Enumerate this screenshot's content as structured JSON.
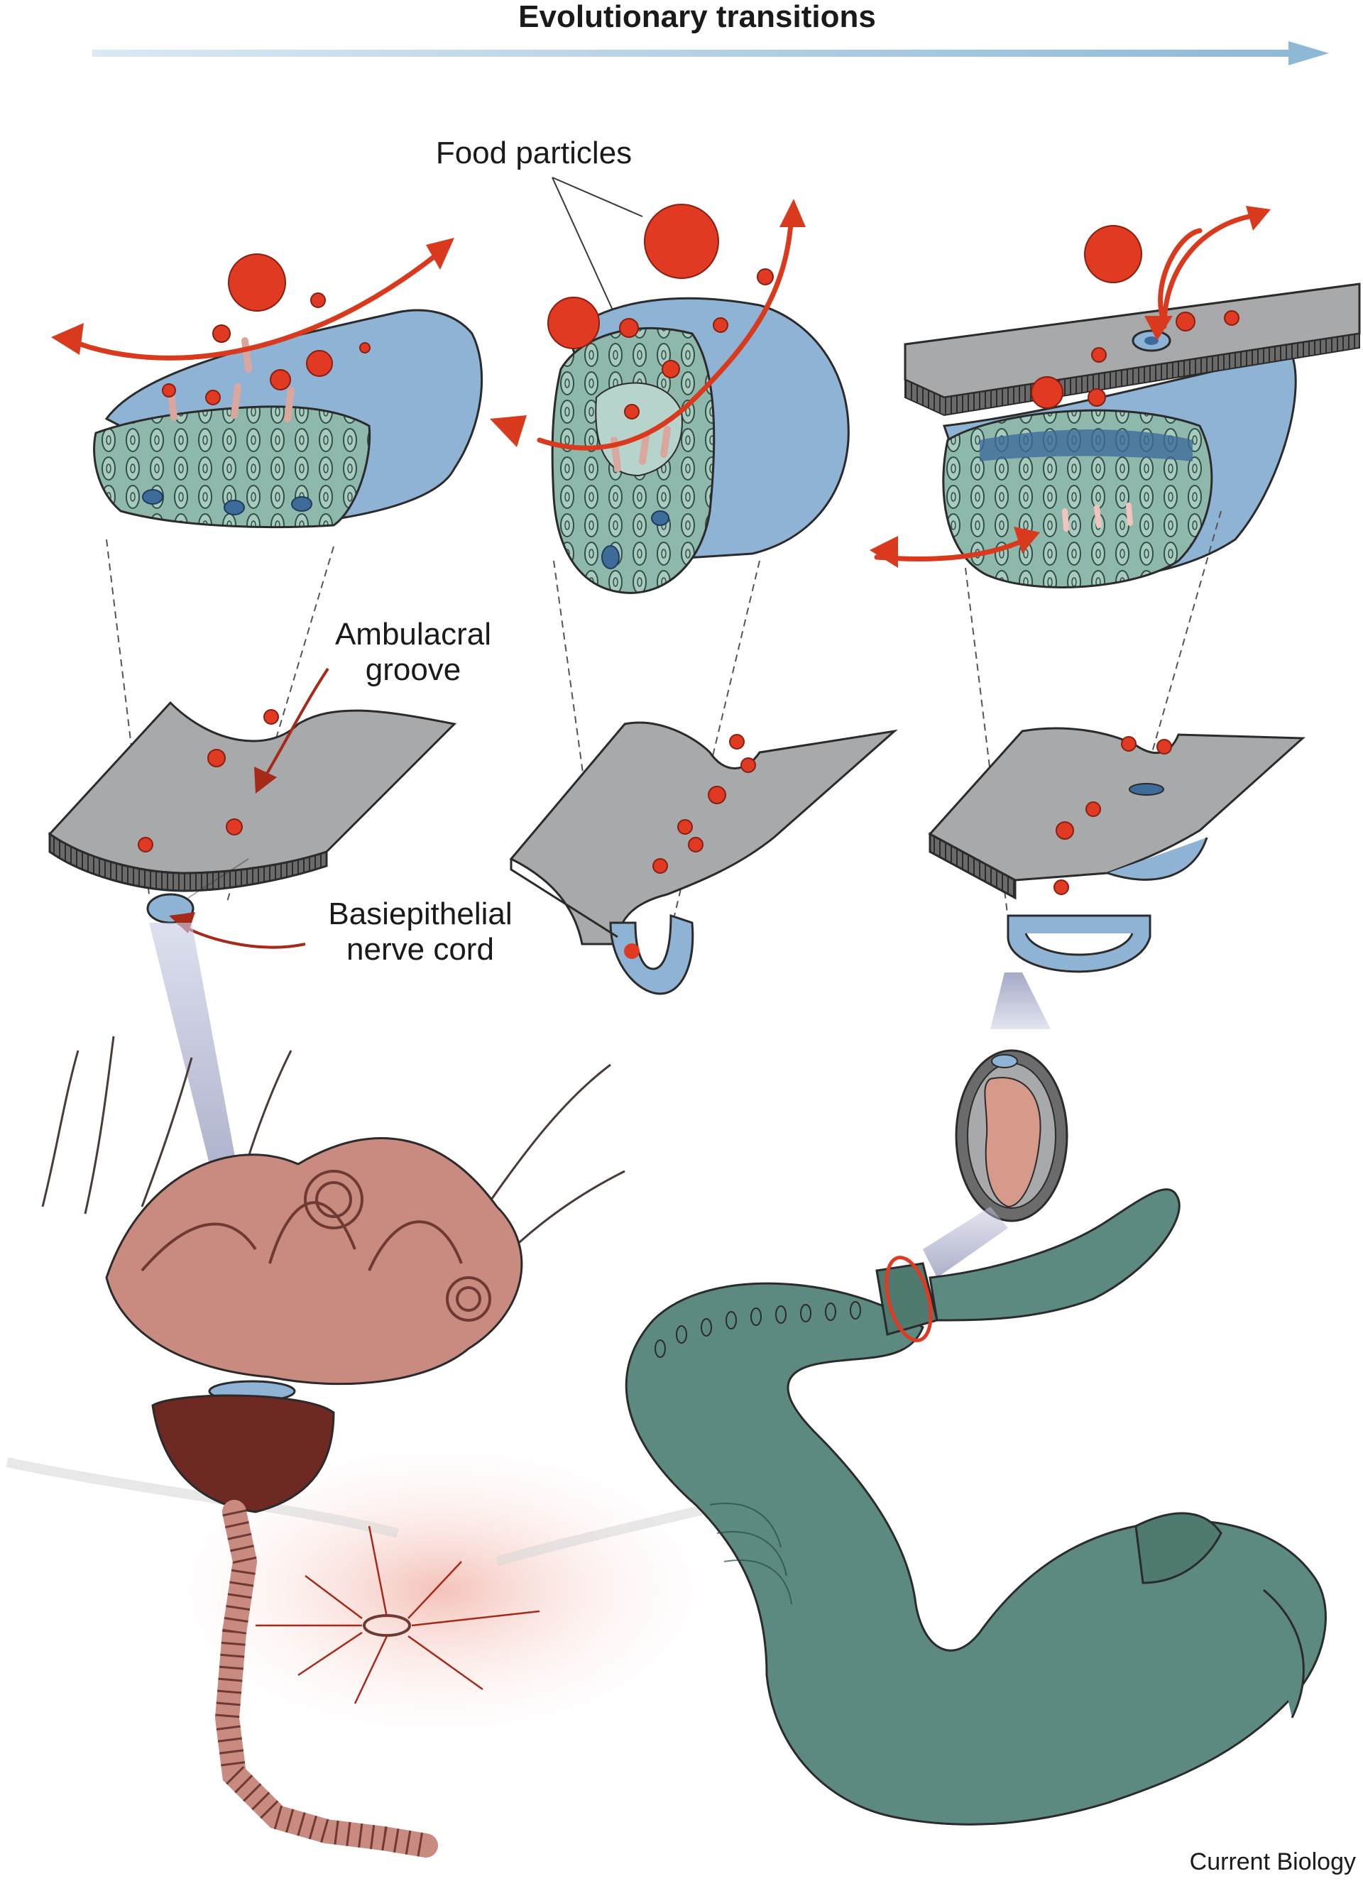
{
  "title": "Evolutionary transitions",
  "labels": {
    "food_particles": "Food particles",
    "ambulacral_groove_1": "Ambulacral",
    "ambulacral_groove_2": "groove",
    "basiepithelial_1": "Basiepithelial",
    "basiepithelial_2": "nerve cord"
  },
  "credit": "Current Biology",
  "colors": {
    "arrow_blue": "#8db8d6",
    "tissue_blue": "#8fb3d4",
    "food_red": "#e03a22",
    "stroke_gray": "#5a5a5a",
    "epithelium_green": "#7aa8a0",
    "crinoid_pink": "#c98a80",
    "worm_green": "#5d8a80"
  },
  "icons": [
    "arrow-right-icon",
    "food-particle-icon",
    "red-arrow-icon"
  ]
}
